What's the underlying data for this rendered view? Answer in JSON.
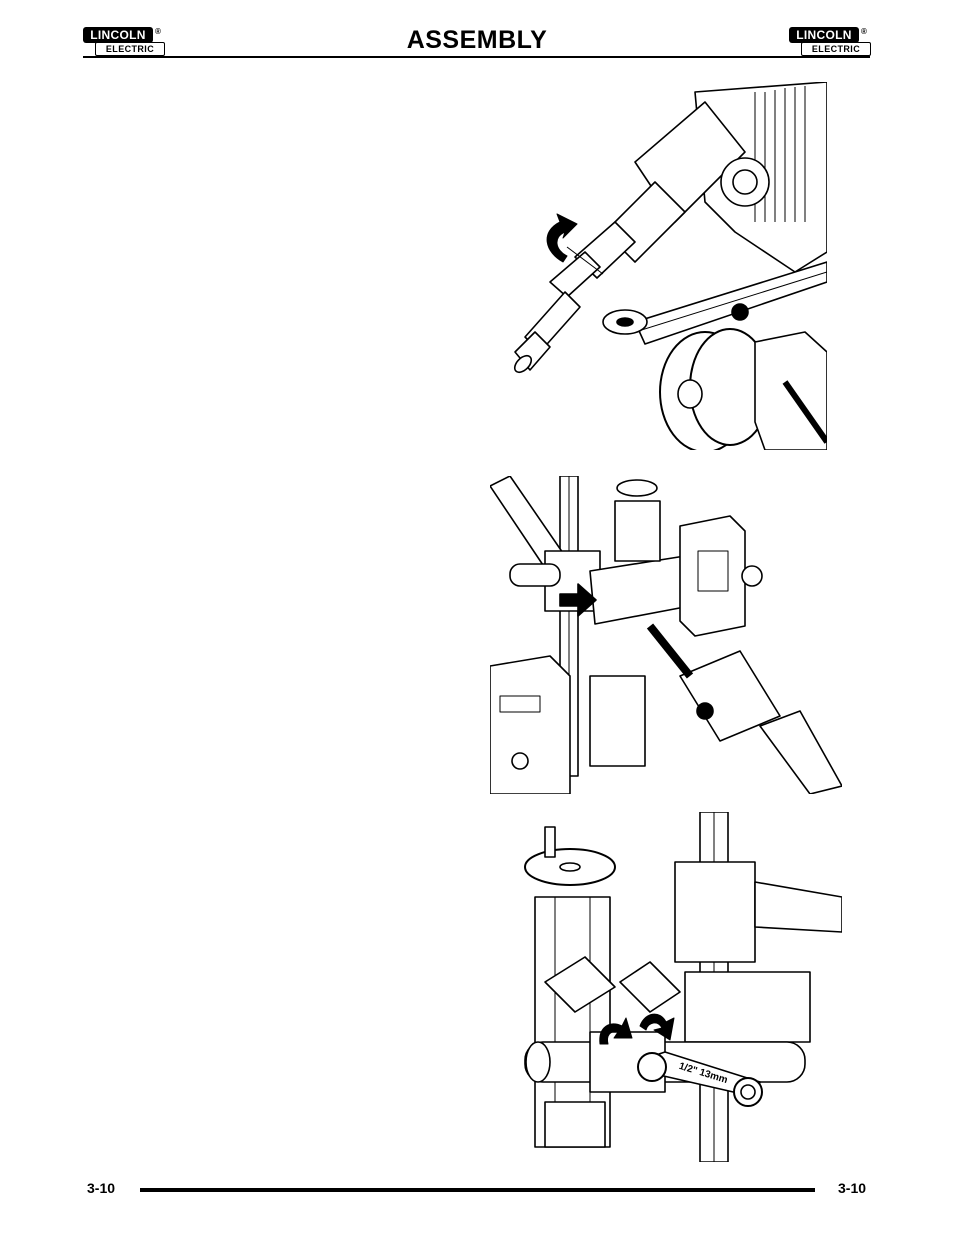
{
  "header": {
    "title": "ASSEMBLY",
    "logo_left": {
      "line1": "LINCOLN",
      "line2": "ELECTRIC",
      "mark": "®"
    },
    "logo_right": {
      "line1": "LINCOLN",
      "line2": "ELECTRIC",
      "mark": "®"
    }
  },
  "figures": {
    "fig3_wrench_label": "1/2\" 13mm"
  },
  "footer": {
    "page_left": "3-10",
    "page_right": "3-10"
  },
  "colors": {
    "ink": "#000000",
    "paper": "#ffffff"
  }
}
